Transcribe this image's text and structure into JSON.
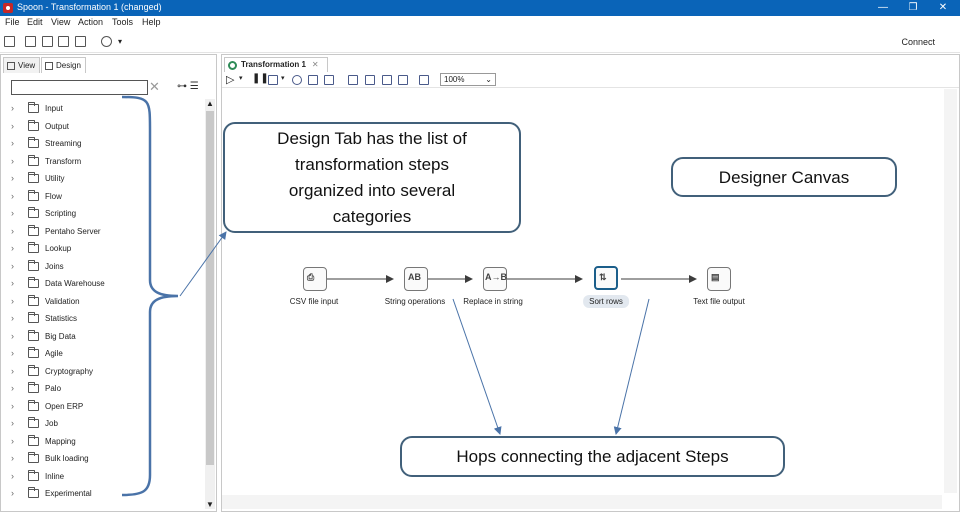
{
  "window": {
    "title": "Spoon - Transformation 1 (changed)"
  },
  "menu": [
    "File",
    "Edit",
    "View",
    "Action",
    "Tools",
    "Help"
  ],
  "toolbar": {
    "connect_label": "Connect"
  },
  "left_panel": {
    "tabs": [
      {
        "label": "View"
      },
      {
        "label": "Design"
      }
    ],
    "search": {
      "value": "",
      "placeholder": ""
    },
    "categories": [
      "Input",
      "Output",
      "Streaming",
      "Transform",
      "Utility",
      "Flow",
      "Scripting",
      "Pentaho Server",
      "Lookup",
      "Joins",
      "Data Warehouse",
      "Validation",
      "Statistics",
      "Big Data",
      "Agile",
      "Cryptography",
      "Palo",
      "Open ERP",
      "Job",
      "Mapping",
      "Bulk loading",
      "Inline",
      "Experimental"
    ]
  },
  "editor": {
    "tab_label": "Transformation 1",
    "zoom": "100%",
    "steps": [
      {
        "label": "CSV file input",
        "glyph": "⎙"
      },
      {
        "label": "String operations",
        "glyph": "AB"
      },
      {
        "label": "Replace in string",
        "glyph": "A→B"
      },
      {
        "label": "Sort rows",
        "glyph": "⇅"
      },
      {
        "label": "Text file output",
        "glyph": "▤"
      }
    ]
  },
  "annotations": {
    "design_tab": [
      "Design Tab has the list of",
      "transformation steps",
      "organized into several",
      "categories"
    ],
    "canvas": "Designer Canvas",
    "hops": "Hops connecting the adjacent Steps"
  },
  "colors": {
    "titlebar": "#0a64b8",
    "callout_border": "#41607a",
    "arrow": "#4a73a8"
  }
}
